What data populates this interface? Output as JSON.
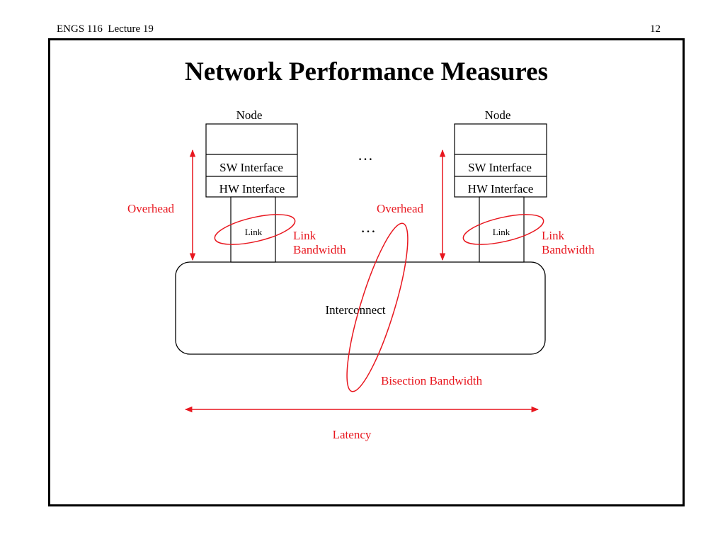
{
  "header": {
    "course": "ENGS 116  Lecture 19",
    "page": "12"
  },
  "slide": {
    "title": "Network Performance Measures"
  },
  "diagram": {
    "node_left": {
      "label": "Node",
      "sw_interface": "SW Interface",
      "hw_interface": "HW Interface",
      "link": "Link"
    },
    "node_right": {
      "label": "Node",
      "sw_interface": "SW Interface",
      "hw_interface": "HW Interface",
      "link": "Link"
    },
    "ellipsis_top": "…",
    "ellipsis_mid": "…",
    "interconnect": "Interconnect",
    "annotations": {
      "overhead_left": "Overhead",
      "overhead_mid": "Overhead",
      "link_bandwidth_left_line1": "Link",
      "link_bandwidth_left_line2": "Bandwidth",
      "link_bandwidth_right_line1": "Link",
      "link_bandwidth_right_line2": "Bandwidth",
      "bisection_bandwidth": "Bisection Bandwidth",
      "latency": "Latency"
    },
    "colors": {
      "annotation": "#e8171f",
      "structure": "#000000"
    }
  }
}
